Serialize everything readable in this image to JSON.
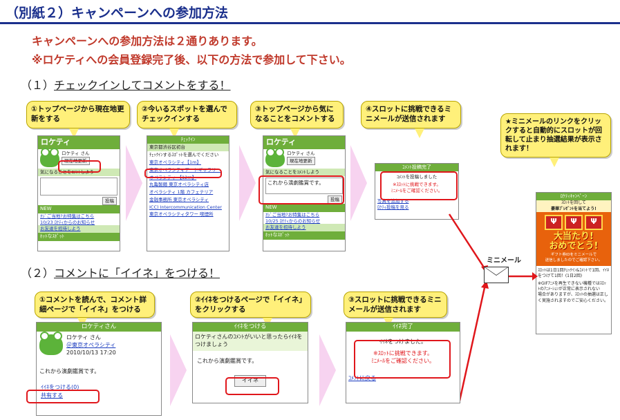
{
  "header": {
    "title": "（別紙２）キャンペーンへの参加方法"
  },
  "intro": {
    "line1": "キャンペーンへの参加方法は２通りあります。",
    "line2": "※ロケティへの会員登録完了後、以下の方法で参加して下さい。"
  },
  "section1": {
    "prefix": "（１）",
    "title": "チェックインしてコメントをする！"
  },
  "section2": {
    "prefix": "（２）",
    "title": "コメントに「イイネ」をつける！"
  },
  "s1": {
    "b1": "①トップページから現在地更新をする",
    "b2": "②今いるスポットを選んでチェックインする",
    "b3": "③トップページから気になることをコメントする",
    "b4": "④スロットに挑戦できるミニメールが送信されます",
    "p1": {
      "logo": "ロケティ",
      "user": "ロケティ さん",
      "btn": "現在地更新",
      "prompt": "気になることをｺﾒﾝﾄしよう",
      "post": "投稿",
      "new": "NEW",
      "l1": "ｵｼﾞご当地?お特集はこちら",
      "l2": "10/23 ﾛｹﾃｨからのお知らせ",
      "l3": "お友達を招待しよう",
      "l4": "ﾎｯﾄなｽﾎﾟｯﾄ"
    },
    "p2": {
      "title": "ﾁｪｯｸｲﾝ",
      "area": "東京都渋谷区初台",
      "instr": "ﾁｪｯｸｲﾝするｽﾎﾟｯﾄを選んでください",
      "i1": "東京オペラシティ【1m】",
      "i2": "東京オペラシティアートギャラリー",
      "i3": "オペラシティ 【12m】",
      "i4": "丸亀製麺 東京オペラシティ店",
      "i5": "オペラシティ 1階 カフェテリア",
      "i6": "金融事務所 東京オペラシティ",
      "i7": "ICC) Intercommunication Center",
      "i8": "東京オペラシティタワー 喫煙所"
    },
    "p3": {
      "logo": "ロケティ",
      "user": "ロケティ さん",
      "btn": "現在地更新",
      "prompt": "気になることをｺﾒﾝﾄしよう",
      "comment": "これから演劇鑑賞です。",
      "post": "投稿",
      "new": "NEW",
      "l1": "ｵｼﾞご当地?お特集はこちら",
      "l2": "10/25 ﾛｹﾃｨからのお知らせ",
      "l3": "お友達を招待しよう",
      "l4": "ﾎｯﾄなｽﾎﾟｯﾄ"
    },
    "p4": {
      "title": "ｺﾒﾝﾄ投稿完了",
      "msg": "ｺﾒﾝﾄを投稿しました",
      "r1": "※ｽﾛｯﾄに挑戦できます。",
      "r2": "ﾐﾆﾒｰﾙをご確認ください。",
      "l1": "写真を追加する",
      "l2": "ﾛｹﾃｨ投稿を見る"
    }
  },
  "result": {
    "bubble": "★ミニメールのリンクをクリックすると自動的にスロットが回転して止まり抽選結果が表示されます！",
    "mail_label": "ミニメール",
    "phone": {
      "title": "ﾛｹﾃｨｷｬﾝﾍﾟｰﾝ",
      "sub1": "ｽﾛｯﾄを回して",
      "sub2": "豪華ﾌﾟﾚｾﾞﾝﾄを当てよう!",
      "win1": "大当たり!",
      "win2": "おめでとう!",
      "gift1": "ギフト券IDをミニメールで",
      "gift2": "送信しましたのでご確認下さい。",
      "t1": "ｽﾛｯﾄは1日1回ﾁｪｯｸｲﾝ&ｺﾒﾝﾄで1回、ｲｲﾈ",
      "t2": "をつけて1回！(1日2回)",
      "t3": "※GIFｱﾆﾒを再生できない機種ではｽﾛｯ",
      "t4": "ﾄのｱﾆﾒｰｼｮﾝが正常に表示されない",
      "t5": "場合がありますが、ｽﾛｯﾄの抽選は正し",
      "t6": "く実施されますのでご安心ください。"
    }
  },
  "s2": {
    "b1": "①コメントを読んで、コメント詳細ページで「イイネ」をつける",
    "b2": "②ｲｲﾈをつけるページで「イイネ」をクリックする",
    "b3": "③スロットに挑戦できるミニメールが送信されます",
    "p1": {
      "title": "ロケティさん",
      "user": "ロケティ さん",
      "loc": "＠東京オペラシティ",
      "date": "2010/10/13 17:20",
      "comment": "これから演劇鑑賞です。",
      "like": "ｲｲﾈをつける(0)",
      "share": "共有する"
    },
    "p2": {
      "title": "ｲｲﾈをつける",
      "q": "ロケティさんのｺﾒﾝﾄがいいと思ったらｲｲﾈをつけましょう",
      "comment": "これから演劇鑑賞です。",
      "btn": "イイネ"
    },
    "p3": {
      "title": "ｲｲﾈ完了",
      "msg": "ｲｲﾈをつけました。",
      "r1": "※ｽﾛｯﾄに挑戦できます。",
      "r2": "ﾐﾆﾒｰﾙをご確認ください。",
      "back": "ｺﾒﾝﾄに戻る"
    }
  }
}
